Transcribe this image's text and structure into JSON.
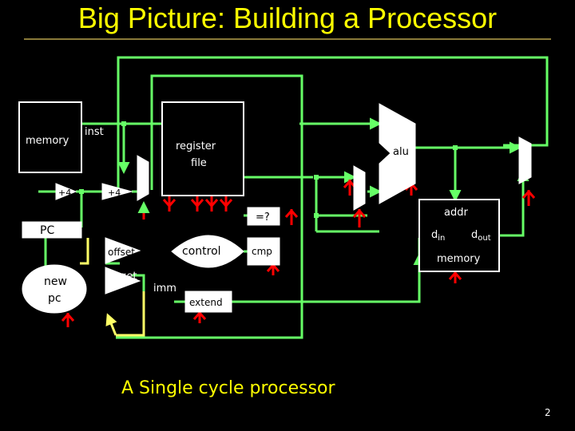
{
  "slide": {
    "title": "Big Picture:  Building a Processor",
    "caption": "A Single cycle processor",
    "page_number": "2"
  },
  "labels": {
    "memory": "memory",
    "inst": "inst",
    "register_file_line1": "register",
    "register_file_line2": "file",
    "alu": "alu",
    "plus4_a": "+4",
    "plus4_b": "+4",
    "pc": "PC",
    "equals": "=?",
    "addr": "addr",
    "din_main": "d",
    "din_sub": "in",
    "dout_main": "d",
    "dout_sub": "out",
    "data_memory": "memory",
    "offset": "offset",
    "control": "control",
    "cmp": "cmp",
    "new_pc_line1": "new",
    "new_pc_line2": "pc",
    "target": "target",
    "imm": "imm",
    "extend": "extend"
  },
  "colors": {
    "background": "#000000",
    "wire": "#66ff66",
    "control_signal": "#ff0000",
    "pc_path": "#ffff66",
    "component_fill": "#ffffff",
    "title": "#ffff00"
  }
}
